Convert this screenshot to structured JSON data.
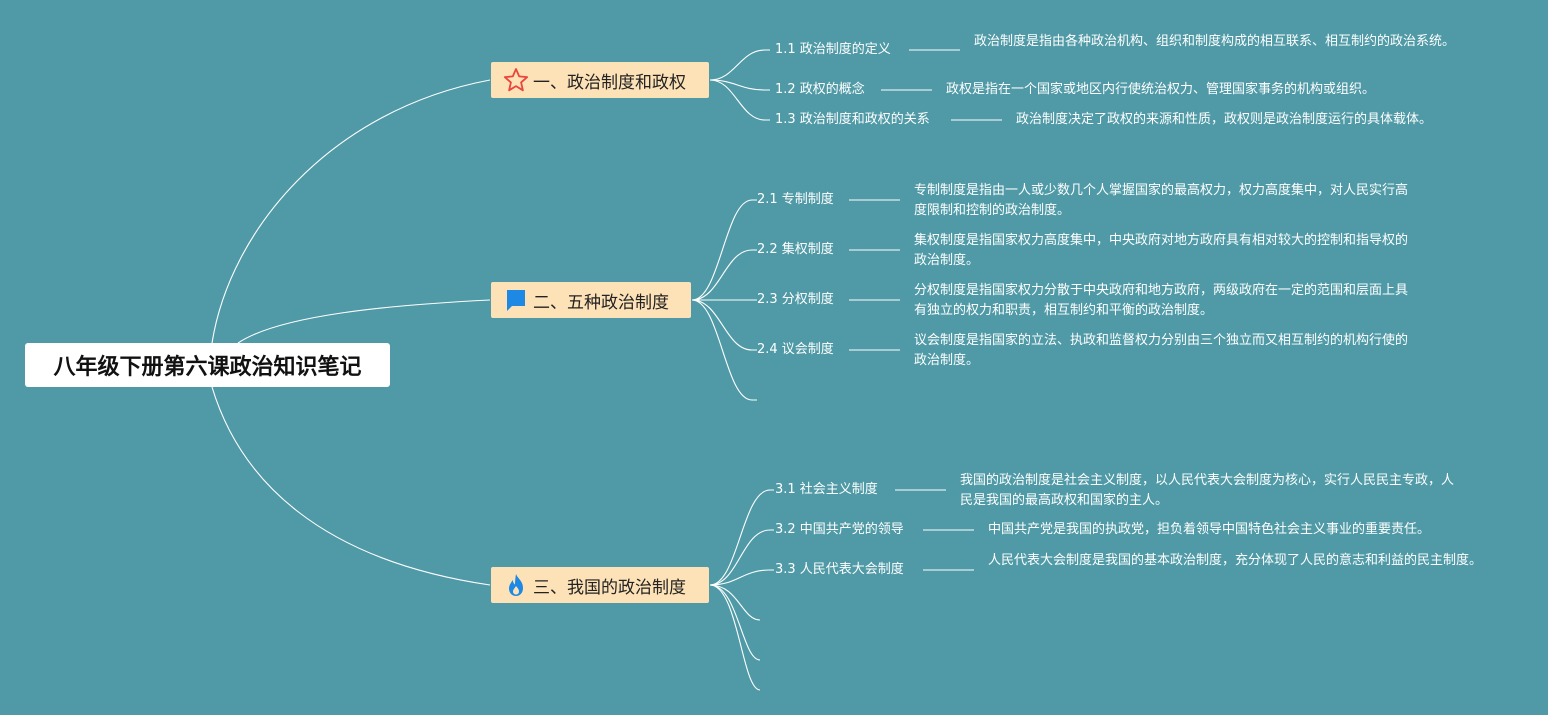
{
  "root": {
    "title": "八年级下册第六课政治知识笔记"
  },
  "branches": [
    {
      "title": "一、政治制度和政权",
      "icon": "star-icon"
    },
    {
      "title": "二、五种政治制度",
      "icon": "flag-icon"
    },
    {
      "title": "三、我国的政治制度",
      "icon": "fire-icon"
    }
  ],
  "items": [
    {
      "label": "1.1 政治制度的定义",
      "desc": "政治制度是指由各种政治机构、组织和制度构成的相互联系、相互制约的政治系统。"
    },
    {
      "label": "1.2 政权的概念",
      "desc": "政权是指在一个国家或地区内行使统治权力、管理国家事务的机构或组织。"
    },
    {
      "label": "1.3 政治制度和政权的关系",
      "desc": "政治制度决定了政权的来源和性质，政权则是政治制度运行的具体载体。"
    },
    {
      "label": "2.1 专制制度",
      "desc": "专制制度是指由一人或少数几个人掌握国家的最高权力，权力高度集中，对人民实行高度限制和控制的政治制度。"
    },
    {
      "label": "2.2 集权制度",
      "desc": "集权制度是指国家权力高度集中，中央政府对地方政府具有相对较大的控制和指导权的政治制度。"
    },
    {
      "label": "2.3 分权制度",
      "desc": "分权制度是指国家权力分散于中央政府和地方政府，两级政府在一定的范围和层面上具有独立的权力和职责，相互制约和平衡的政治制度。"
    },
    {
      "label": "2.4 议会制度",
      "desc": "议会制度是指国家的立法、执政和监督权力分别由三个独立而又相互制约的机构行使的政治制度。"
    },
    {
      "label": "3.1 社会主义制度",
      "desc": "我国的政治制度是社会主义制度，以人民代表大会制度为核心，实行人民民主专政，人民是我国的最高政权和国家的主人。"
    },
    {
      "label": "3.2 中国共产党的领导",
      "desc": "中国共产党是我国的执政党，担负着领导中国特色社会主义事业的重要责任。"
    },
    {
      "label": "3.3 人民代表大会制度",
      "desc": "人民代表大会制度是我国的基本政治制度，充分体现了人民的意志和利益的民主制度。"
    }
  ],
  "colors": {
    "background": "#4f9aa6",
    "branch_fill": "#fde2b8",
    "star": "#e8453c",
    "flag": "#1e88e5",
    "fire": "#1e88e5"
  }
}
